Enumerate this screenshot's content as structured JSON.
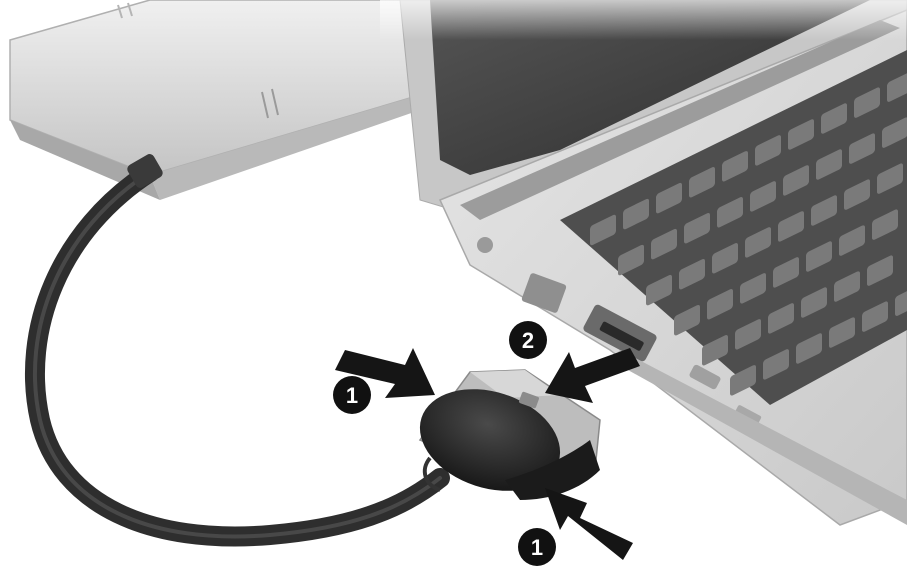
{
  "illustration": {
    "steps": [
      {
        "label": "1"
      },
      {
        "label": "2"
      },
      {
        "label": "1"
      }
    ],
    "colors": {
      "background": "#ffffff",
      "cable": "#3a3a3a",
      "connector_cap": "#2b2b2b",
      "connector_body": "#bdbdbd",
      "adapter_body": "#dcdcdc",
      "laptop_body": "#d9d9d9",
      "keyboard": "#5a5a5a",
      "keys": "#7a7a7a",
      "screen": "#3c3c3c",
      "arrow": "#1a1a1a"
    },
    "icons": [
      "adapter-device",
      "cable",
      "connector-plug",
      "laptop",
      "keyboard",
      "push-arrow",
      "step-badge"
    ]
  }
}
